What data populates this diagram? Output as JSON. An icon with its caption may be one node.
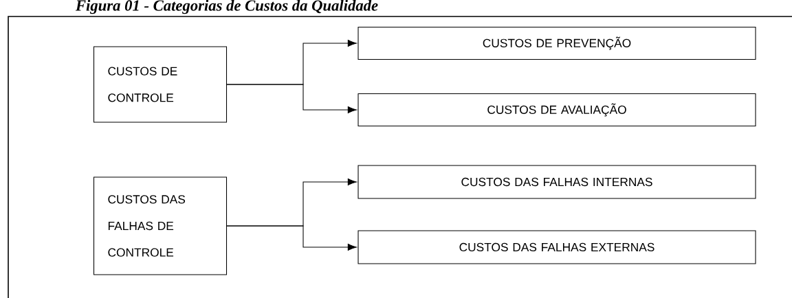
{
  "diagram": {
    "title": "Figura 01 - Categorias de Custos da Qualidade",
    "nodes": [
      {
        "text": [
          "CUSTOS DE CONTROLE"
        ]
      },
      {
        "text": [
          "CUSTOS DE PREVENÇÃO"
        ]
      },
      {
        "text": [
          "CUSTOS DE AVALIAÇÃO"
        ]
      },
      {
        "text": [
          "CUSTOS DAS FALHAS DE CONTROLE"
        ]
      },
      {
        "text": [
          "CUSTOS DAS FALHAS INTERNAS"
        ]
      },
      {
        "text": [
          "CUSTOS DAS FALHAS EXTERNAS"
        ]
      }
    ],
    "edges": [
      {
        "from": 0,
        "to": 1,
        "arrow": "to"
      },
      {
        "from": 0,
        "to": 2,
        "arrow": "to"
      },
      {
        "from": 3,
        "to": 4,
        "arrow": "to"
      },
      {
        "from": 3,
        "to": 5,
        "arrow": "to"
      }
    ]
  }
}
